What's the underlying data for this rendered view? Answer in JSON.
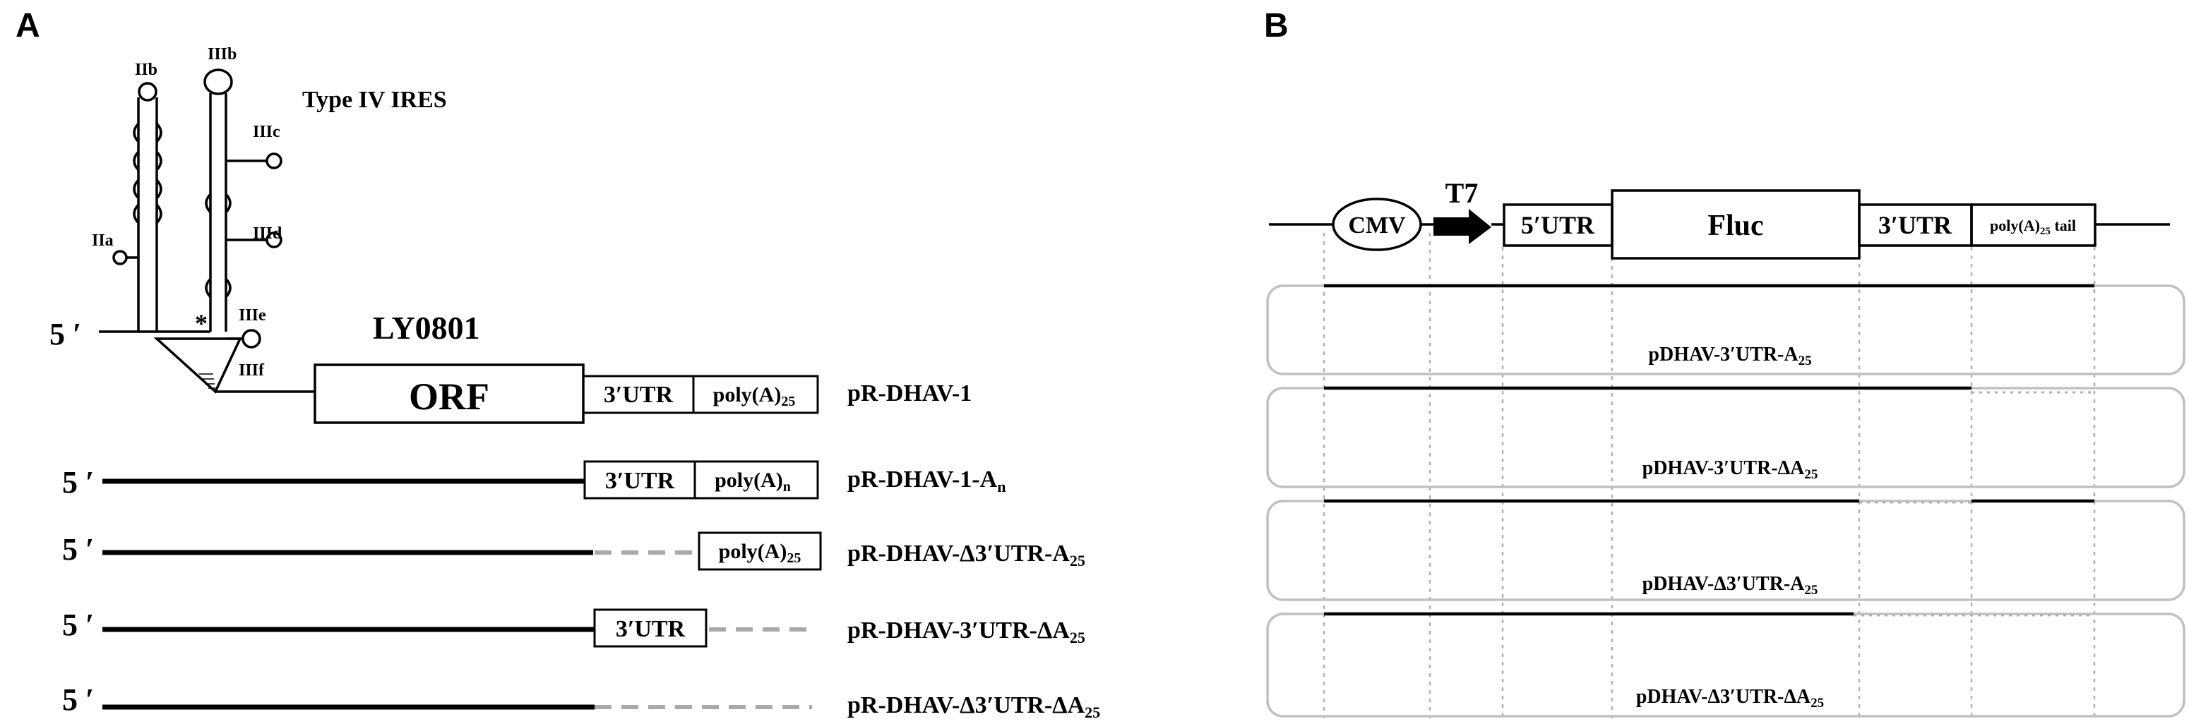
{
  "panel_a": {
    "letter": "A",
    "ires_type": "Type IV IRES",
    "strain": "LY0801",
    "five_prime": "5 ′",
    "asterisk": "*",
    "domains": {
      "IIa": "IIa",
      "IIb": "IIb",
      "IIIb": "IIIb",
      "IIIc": "IIIc",
      "IIId": "IIId",
      "IIIe": "IIIe",
      "IIIf": "IIIf"
    },
    "orf": "ORF",
    "utr3": "3′UTR",
    "polyA": "poly(A)",
    "sub_25": "25",
    "sub_n": "n",
    "constructs": [
      {
        "name": "pR-DHAV-1",
        "sub": ""
      },
      {
        "name": "pR-DHAV-1-A",
        "sub": "n"
      },
      {
        "name": "pR-DHAV-Δ3′UTR-A",
        "sub": "25"
      },
      {
        "name": "pR-DHAV-3′UTR-ΔA",
        "sub": "25"
      },
      {
        "name": "pR-DHAV-Δ3′UTR-ΔA",
        "sub": "25"
      }
    ]
  },
  "panel_b": {
    "letter": "B",
    "cmv": "CMV",
    "t7": "T7",
    "utr5": "5′UTR",
    "fluc": "Fluc",
    "utr3": "3′UTR",
    "polyA_tail": "poly(A)",
    "polyA_sub": "25",
    "polyA_suffix": " tail",
    "constructs": [
      {
        "name": "pDHAV-3′UTR-A",
        "sub": "25"
      },
      {
        "name": "pDHAV-3′UTR-ΔA",
        "sub": "25"
      },
      {
        "name": "pDHAV-Δ3′UTR-A",
        "sub": "25"
      },
      {
        "name": "pDHAV-Δ3′UTR-ΔA",
        "sub": "25"
      }
    ]
  },
  "colors": {
    "line": "#000000",
    "deleted": "#a9a9a9",
    "guide": "#b0b0b0",
    "panel_border": "#c0c0c0"
  }
}
